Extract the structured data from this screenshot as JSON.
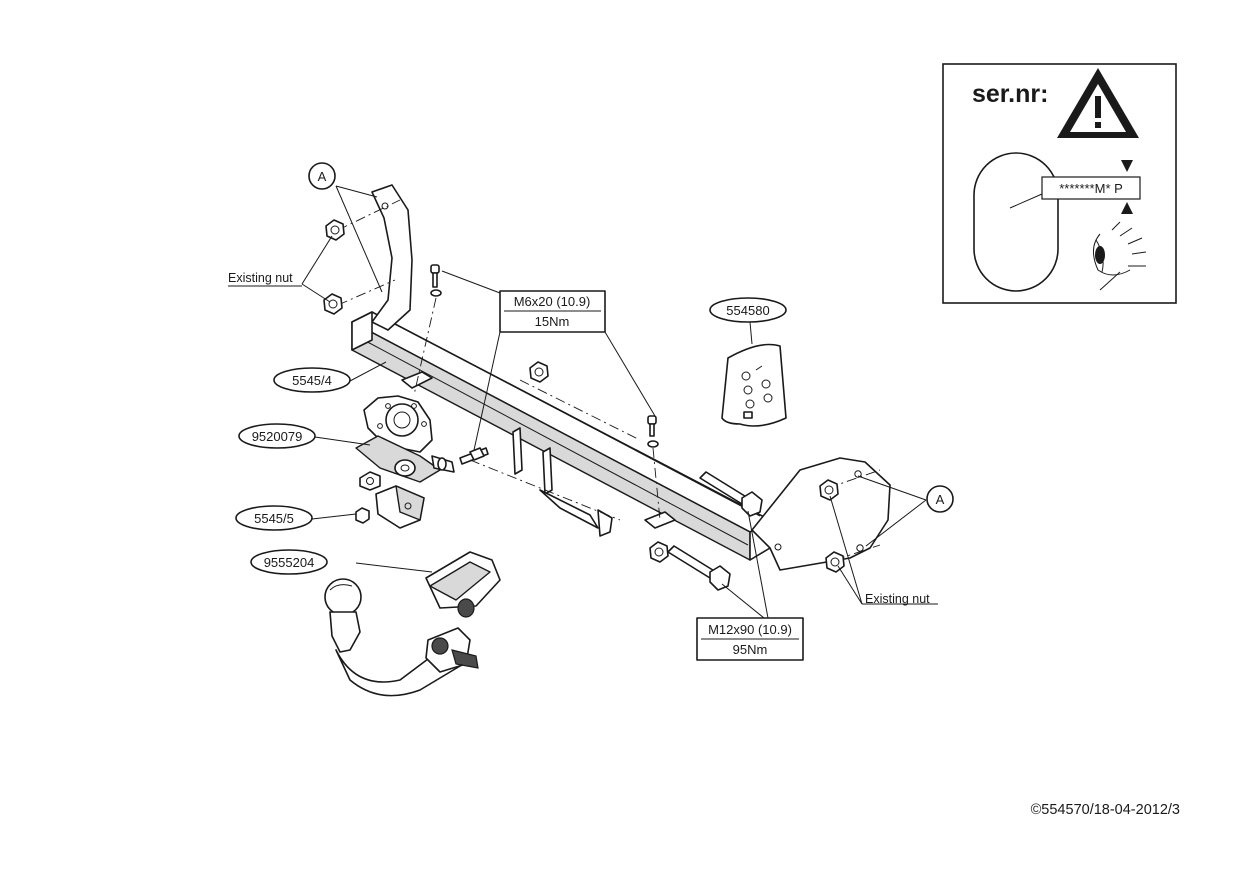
{
  "callouts": {
    "bracket_part": "5545/4",
    "socket_plate": "9520079",
    "holder": "5545/5",
    "ball_neck": "9555204",
    "sticker": "554580",
    "detail_a_left": "A",
    "detail_a_right": "A"
  },
  "notes": {
    "existing_nut_left": "Existing nut",
    "existing_nut_right": "Existing nut"
  },
  "bolts": {
    "small": {
      "spec": "M6x20 (10.9)",
      "torque": "15Nm"
    },
    "large": {
      "spec": "M12x90 (10.9)",
      "torque": "95Nm"
    }
  },
  "serial_panel": {
    "title": "ser.nr:",
    "plate_text": "*******M* P"
  },
  "footer": {
    "copyright": "©554570/18-04-2012/3"
  }
}
